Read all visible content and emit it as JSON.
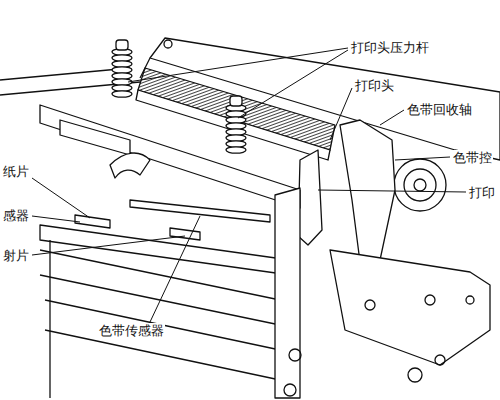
{
  "diagram": {
    "labels": [
      "打印头压力杆",
      "打印头",
      "色带回收轴",
      "色带控",
      "打印",
      "纸片",
      "感器",
      "射片",
      "色带传感器"
    ]
  }
}
